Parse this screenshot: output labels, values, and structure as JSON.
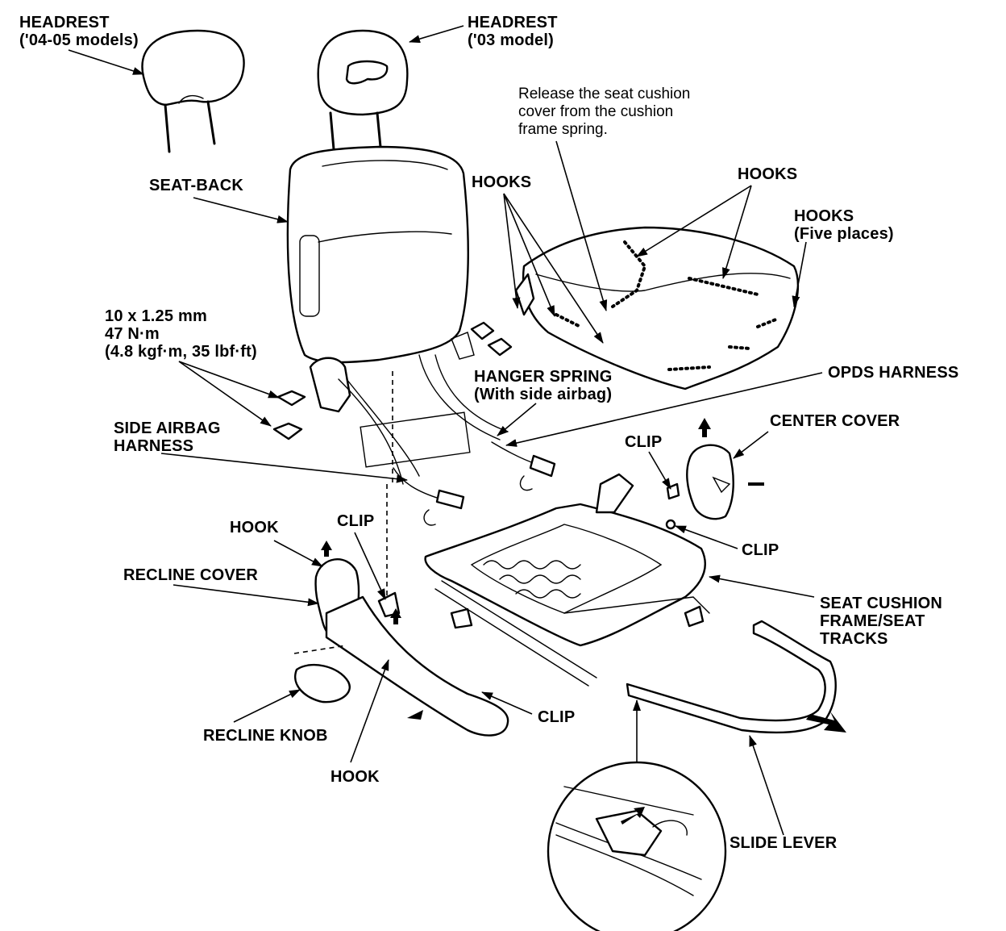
{
  "labels": {
    "headrest_0405_title": "HEADREST",
    "headrest_0405_sub": "('04-05 models)",
    "headrest_03_title": "HEADREST",
    "headrest_03_sub": "('03 model)",
    "seat_back": "SEAT-BACK",
    "note_line1": "Release the seat cushion",
    "note_line2": "cover from the cushion",
    "note_line3": "frame spring.",
    "hooks_left": "HOOKS",
    "hooks_mid": "HOOKS",
    "hooks_right": "HOOKS",
    "hooks_right_sub": "(Five places)",
    "bolt_spec1": "10 x 1.25 mm",
    "bolt_spec2": "47 N·m",
    "bolt_spec3": "(4.8 kgf·m, 35 lbf·ft)",
    "hanger_spring": "HANGER SPRING",
    "hanger_spring_sub": "(With side airbag)",
    "opds_harness": "OPDS HARNESS",
    "side_airbag_1": "SIDE AIRBAG",
    "side_airbag_2": "HARNESS",
    "center_cover": "CENTER COVER",
    "clip_top": "CLIP",
    "clip_right": "CLIP",
    "clip_mid": "CLIP",
    "clip_bottom": "CLIP",
    "hook_upper": "HOOK",
    "hook_lower": "HOOK",
    "recline_cover": "RECLINE COVER",
    "seat_cushion_1": "SEAT CUSHION",
    "seat_cushion_2": "FRAME/SEAT",
    "seat_cushion_3": "TRACKS",
    "recline_knob": "RECLINE KNOB",
    "slide_lever": "SLIDE LEVER"
  }
}
